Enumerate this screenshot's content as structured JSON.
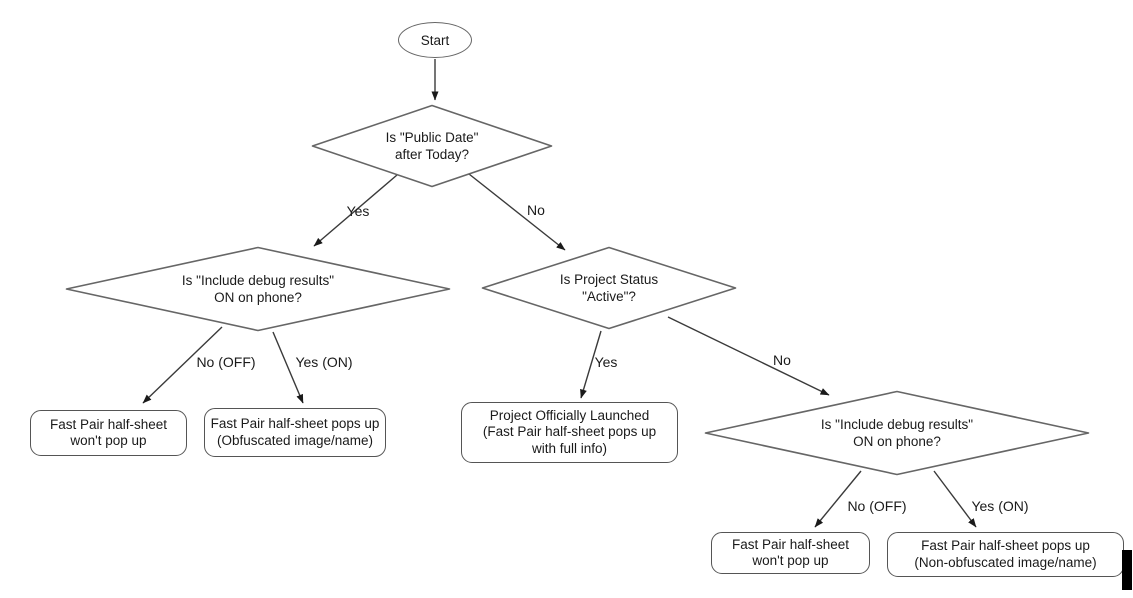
{
  "diagram": {
    "nodes": {
      "start": {
        "label": "Start"
      },
      "public_date": {
        "line1": "Is \"Public Date\"",
        "line2": "after Today?"
      },
      "debug_left": {
        "line1": "Is \"Include debug results\"",
        "line2": "ON on phone?"
      },
      "project_status": {
        "line1": "Is Project Status",
        "line2": "\"Active\"?"
      },
      "debug_right": {
        "line1": "Is \"Include debug results\"",
        "line2": "ON on phone?"
      },
      "no_popup_left": {
        "line1": "Fast Pair half-sheet",
        "line2": "won't pop up"
      },
      "obfuscated_popup": {
        "line1": "Fast Pair half-sheet pops up",
        "line2": "(Obfuscated image/name)"
      },
      "launched": {
        "line1": "Project Officially Launched",
        "line2": "(Fast Pair half-sheet pops up",
        "line3": "with full info)"
      },
      "no_popup_right": {
        "line1": "Fast Pair half-sheet",
        "line2": "won't pop up"
      },
      "non_obfuscated_popup": {
        "line1": "Fast Pair half-sheet pops up",
        "line2": "(Non-obfuscated image/name)"
      }
    },
    "edge_labels": {
      "public_date_yes": "Yes",
      "public_date_no": "No",
      "debug_left_no": "No (OFF)",
      "debug_left_yes": "Yes (ON)",
      "status_yes": "Yes",
      "status_no": "No",
      "debug_right_no": "No (OFF)",
      "debug_right_yes": "Yes (ON)"
    },
    "colors": {
      "background": "#ffffff",
      "shape_stroke": "#666666",
      "edge_stroke": "#3a3a3a",
      "arrowhead": "#1a1a1a",
      "text": "#1a1a1a"
    }
  }
}
